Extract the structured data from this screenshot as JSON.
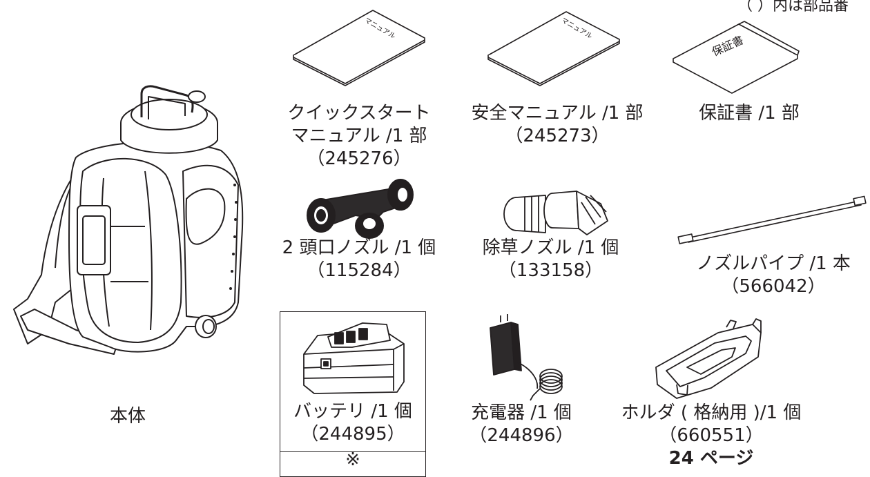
{
  "note": "（ ）内は部品番",
  "items": {
    "body": {
      "name": "本体"
    },
    "quickstart": {
      "line1": "クイックスタート",
      "line2": "マニュアル /1 部",
      "part": "（245276）",
      "cover_text": "マニュアル"
    },
    "safety": {
      "line1": "安全マニュアル /1 部",
      "part": "（245273）",
      "cover_text": "マニュアル"
    },
    "warranty": {
      "line1": "保証書 /1 部",
      "cover_text": "保証書"
    },
    "two_head_nozzle": {
      "line1": "2 頭口ノズル /1 個",
      "part": "（115284）"
    },
    "weeding_nozzle": {
      "line1": "除草ノズル /1 個",
      "part": "（133158）"
    },
    "nozzle_pipe": {
      "line1": "ノズルパイプ /1 本",
      "part": "（566042）"
    },
    "battery": {
      "line1": "バッテリ /1 個",
      "part": "（244895）",
      "mark": "※"
    },
    "charger": {
      "line1": "充電器 /1 個",
      "part": "（244896）"
    },
    "holder": {
      "line1": "ホルダ ( 格納用 )/1 個",
      "part": "（660551）",
      "page_ref": "24 ページ"
    }
  }
}
